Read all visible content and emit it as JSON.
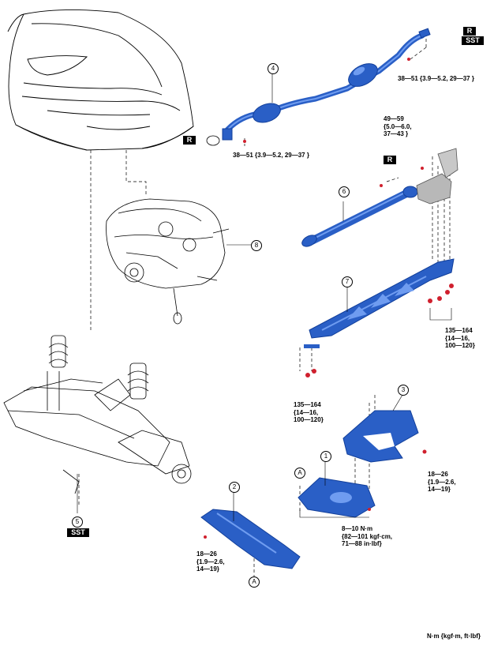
{
  "colors": {
    "part_blue": "#2a5fc6",
    "part_dark": "#123f9a",
    "part_light": "#6f9cf0",
    "fastener_red": "#d0202e",
    "line": "#000000"
  },
  "callouts": {
    "c1": "1",
    "c2": "2",
    "c3": "3",
    "c4": "4",
    "c5": "5",
    "c6": "6",
    "c7": "7",
    "c8": "8",
    "ref_a_top": "A",
    "ref_a_bottom": "A"
  },
  "badges": {
    "r_exhaust_top": "R",
    "sst_exhaust_top": "SST",
    "r_exhaust_front": "R",
    "r_driveshaft": "R",
    "sst_frame": "SST"
  },
  "torque": {
    "exhaust_rear": "38—51 {3.9—5.2, 29—37 }",
    "exhaust_front": "38—51 {3.9—5.2, 29—37 }",
    "driveshaft": "49—59\n{5.0—6.0,\n37—43 }",
    "frame_right": "135—164\n{14—16,\n100—120}",
    "frame_left": "135—164\n{14—16,\n100—120}",
    "brace3": "18—26\n{1.9—2.6,\n14—19}",
    "cover1": "8—10 N·m\n{82—101 kgf·cm,\n71—88 in·lbf}",
    "cover2": "18—26\n{1.9—2.6,\n14—19}"
  },
  "units_note": "N·m {kgf·m, ft·lbf}"
}
